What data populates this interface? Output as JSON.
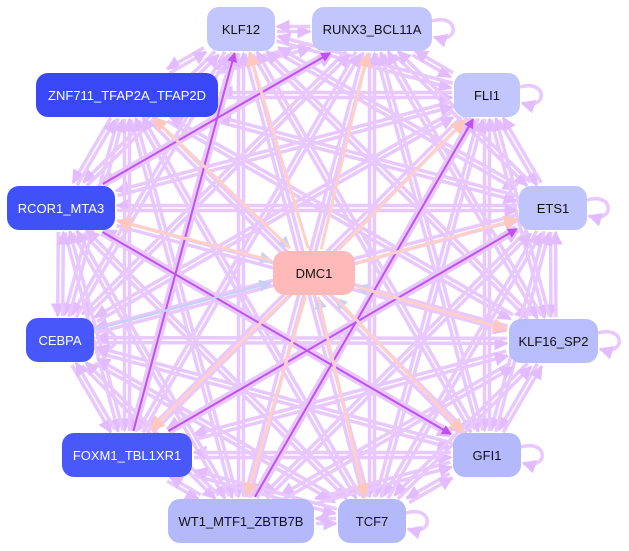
{
  "nodes": [
    {
      "id": "KLF12",
      "label": "KLF12",
      "color": "#c2c6fc"
    },
    {
      "id": "RUNX3_BCL11A",
      "label": "RUNX3_BCL11A",
      "color": "#c2c6fc"
    },
    {
      "id": "FLI1",
      "label": "FLI1",
      "color": "#c2c6fc"
    },
    {
      "id": "ZNF711_TFAP2A_TFAP2D",
      "label": "ZNF711_TFAP2A_TFAP2D",
      "color": "#3a47f6"
    },
    {
      "id": "ETS1",
      "label": "ETS1",
      "color": "#c0c4fc"
    },
    {
      "id": "RCOR1_MTA3",
      "label": "RCOR1_MTA3",
      "color": "#4151f8"
    },
    {
      "id": "DMC1",
      "label": "DMC1",
      "color": "#ffb9b9"
    },
    {
      "id": "CEBPA",
      "label": "CEBPA",
      "color": "#4857f9"
    },
    {
      "id": "KLF16_SP2",
      "label": "KLF16_SP2",
      "color": "#b8bdfc"
    },
    {
      "id": "FOXM1_TBL1XR1",
      "label": "FOXM1_TBL1XR1",
      "color": "#4958f8"
    },
    {
      "id": "GFI1",
      "label": "GFI1",
      "color": "#b4b9fc"
    },
    {
      "id": "WT1_MTF1_ZBTB7B",
      "label": "WT1_MTF1_ZBTB7B",
      "color": "#b4b9fc"
    },
    {
      "id": "TCF7",
      "label": "TCF7",
      "color": "#b4b9fc"
    }
  ],
  "edge_colors": {
    "mesh": "#e8c8ff",
    "strong": "#c050f0",
    "from_hub": "#ffd0c8",
    "to_hub": "#c8d0f8"
  },
  "hub": "DMC1",
  "strong_edges": [
    [
      "RCOR1_MTA3",
      "RUNX3_BCL11A"
    ],
    [
      "FOXM1_TBL1XR1",
      "KLF12"
    ],
    [
      "FOXM1_TBL1XR1",
      "ETS1"
    ],
    [
      "WT1_MTF1_ZBTB7B",
      "FLI1"
    ],
    [
      "RCOR1_MTA3",
      "GFI1"
    ]
  ],
  "hub_out": [
    "KLF12",
    "RUNX3_BCL11A",
    "FLI1",
    "ETS1",
    "KLF16_SP2",
    "GFI1",
    "TCF7",
    "WT1_MTF1_ZBTB7B",
    "FOXM1_TBL1XR1",
    "ZNF711_TFAP2A_TFAP2D",
    "RCOR1_MTA3"
  ],
  "hub_in": [
    "CEBPA",
    "KLF16_SP2",
    "TCF7",
    "RCOR1_MTA3",
    "ZNF711_TFAP2A_TFAP2D",
    "GFI1"
  ],
  "self_loops": [
    "RUNX3_BCL11A",
    "FLI1",
    "ETS1",
    "KLF16_SP2",
    "GFI1",
    "TCF7",
    "CEBPA"
  ]
}
